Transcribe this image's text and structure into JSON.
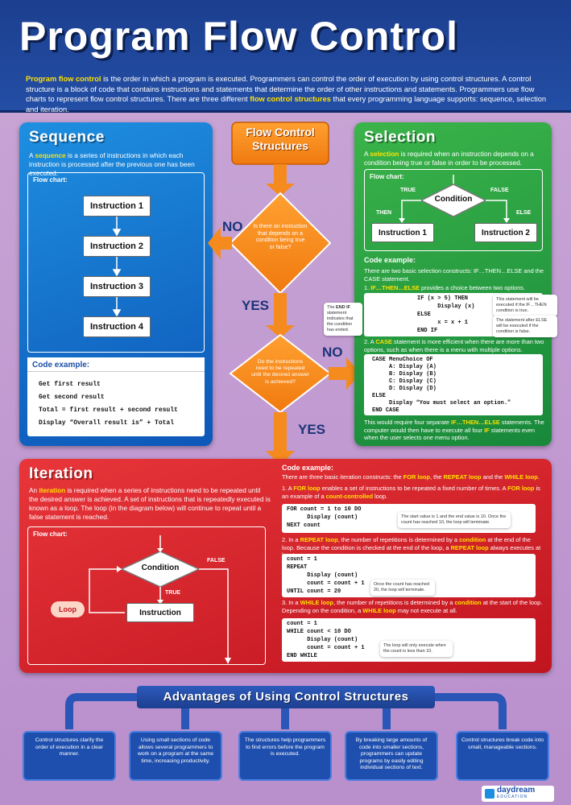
{
  "title": "Program Flow Control",
  "intro": {
    "h1": "Program flow control",
    "t1": " is the order in which a program is executed. Programmers can control the order of execution by using control structures. A control structure is a block of code that contains instructions and statements that determine the order of other instructions and statements. Programmers use flow charts to represent flow control structures. There are three different ",
    "h2": "flow control structures",
    "t2": " that every programming language supports: sequence, selection and iteration."
  },
  "sequence": {
    "title": "Sequence",
    "d1": "A ",
    "dh": "sequence",
    "d2": " is a series of instructions in which each instruction is processed after the previous one has been executed.",
    "flow_label": "Flow chart:",
    "boxes": [
      "Instruction 1",
      "Instruction 2",
      "Instruction 3",
      "Instruction 4"
    ],
    "code_label": "Code example:",
    "code": [
      "Get first result",
      "Get second result",
      "Total = first result + second result",
      "Display “Overall result is” + Total"
    ]
  },
  "center": {
    "title_1": "Flow Control",
    "title_2": "Structures",
    "q1": "Is there an instruction that depends on a condition being true or false?",
    "q2": "Do the instructions need to be repeated until the desired answer is achieved?",
    "no1": "NO",
    "yes1": "YES",
    "no2": "NO",
    "yes2": "YES"
  },
  "selection": {
    "title": "Selection",
    "d1": "A ",
    "dh": "selection",
    "d2": " is required when an instruction depends on a condition being true or false in order to be processed.",
    "flow_label": "Flow chart:",
    "true_label": "TRUE",
    "false_label": "FALSE",
    "condition": "Condition",
    "then": "THEN",
    "else": "ELSE",
    "instr1": "Instruction 1",
    "instr2": "Instruction 2",
    "code_label": "Code example:",
    "intro": "There are two basic selection constructs: IF…THEN…ELSE and the CASE statement.",
    "p1a": "1. ",
    "p1h": "IF…THEN…ELSE",
    "p1b": " provides a choice between two options.",
    "code1": "IF (x > 5) THEN\n      Display (x)\nELSE\n      x = x + 1\nEND IF",
    "note1": "This statement will be executed if the IF…THEN condition is true.",
    "note2": "The statement after ELSE will be executed if the condition is false.",
    "note3a": "The ",
    "note3h": "END IF",
    "note3b": " statement indicates that the condition has ended.",
    "p2a": "2. A ",
    "p2h": "CASE",
    "p2b": " statement is more efficient when there are more than two options, such as when there is a menu with multiple options.",
    "code2": "CASE MenuChoice OF\n     A: Display (A)\n     B: Display (B)\n     C: Display (C)\n     D: Display (D)\nELSE\n     Display “You must select an option.”\nEND CASE",
    "p3a": "This would require four separate ",
    "p3h": "IF…THEN…ELSE",
    "p3b": " statements. The computer would then have to execute all four ",
    "p3h2": "IF",
    "p3c": " statements even when the user selects one menu option."
  },
  "iteration": {
    "title": "Iteration",
    "d1": "An ",
    "dh": "iteration",
    "d2": " is required when a series of instructions need to be repeated until the desired answer is achieved. A set of instructions that is repeatedly executed is known as a loop. The loop (in the diagram below) will continue to repeat until a false statement is reached.",
    "flow_label": "Flow chart:",
    "condition": "Condition",
    "false_label": "FALSE",
    "true_label": "TRUE",
    "instruction": "Instruction",
    "loop": "Loop",
    "code_label": "Code example:",
    "intro_a": "There are three basic iteration constructs: the ",
    "intro_h1": "FOR loop",
    "intro_b": ", the ",
    "intro_h2": "REPEAT loop",
    "intro_c": " and the ",
    "intro_h3": "WHILE loop",
    "intro_d": ".",
    "p1a": "1. A ",
    "p1h": "FOR loop",
    "p1b": " enables a set of instructions to be repeated a fixed number of times. A ",
    "p1h2": "FOR loop",
    "p1c": " is an example of a ",
    "p1h3": "count-controlled",
    "p1d": " loop.",
    "code1": "FOR count = 1 to 10 DO\n      Display (count)\nNEXT count",
    "note1": "The start value is 1 and the end value is 10. Once the count has reached 10, the loop will terminate.",
    "p2a": "2. In a ",
    "p2h": "REPEAT loop",
    "p2b": ", the number of repetitions is determined by a ",
    "p2h2": "condition",
    "p2c": " at the end of the loop. Because the condition is checked at the end of the loop, a ",
    "p2h3": "REPEAT loop",
    "p2d": " always executes at least once.",
    "code2": "count = 1\nREPEAT\n      Display (count)\n      count = count + 1\nUNTIL count = 20",
    "note2": "Once the count has reached 20, the loop will terminate.",
    "p3a": "3. In a ",
    "p3h": "WHILE loop",
    "p3b": ", the number of repetitions is determined by a ",
    "p3h2": "condition",
    "p3c": " at the start of the loop. Depending on the condition, a ",
    "p3h3": "WHILE loop",
    "p3d": " may not execute at all.",
    "code3": "count = 1\nWHILE count < 10 DO\n      Display (count)\n      count = count + 1\nEND WHILE",
    "note3": "The loop will only execute when the count is less than 10."
  },
  "advantages": {
    "title": "Advantages of Using Control Structures",
    "items": [
      "Control structures clarify the order of execution in a clear manner.",
      "Using small sections of code allows several programmers to work on a program at the same time, increasing productivity.",
      "The structures help programmers to find errors before the program is executed.",
      "By breaking large amounts of code into smaller sections, programmers can update programs by easily editing individual sections of text.",
      "Control structures break code into small, manageable sections."
    ]
  },
  "brand": "daydream",
  "brand_sub": "EDUCATION"
}
